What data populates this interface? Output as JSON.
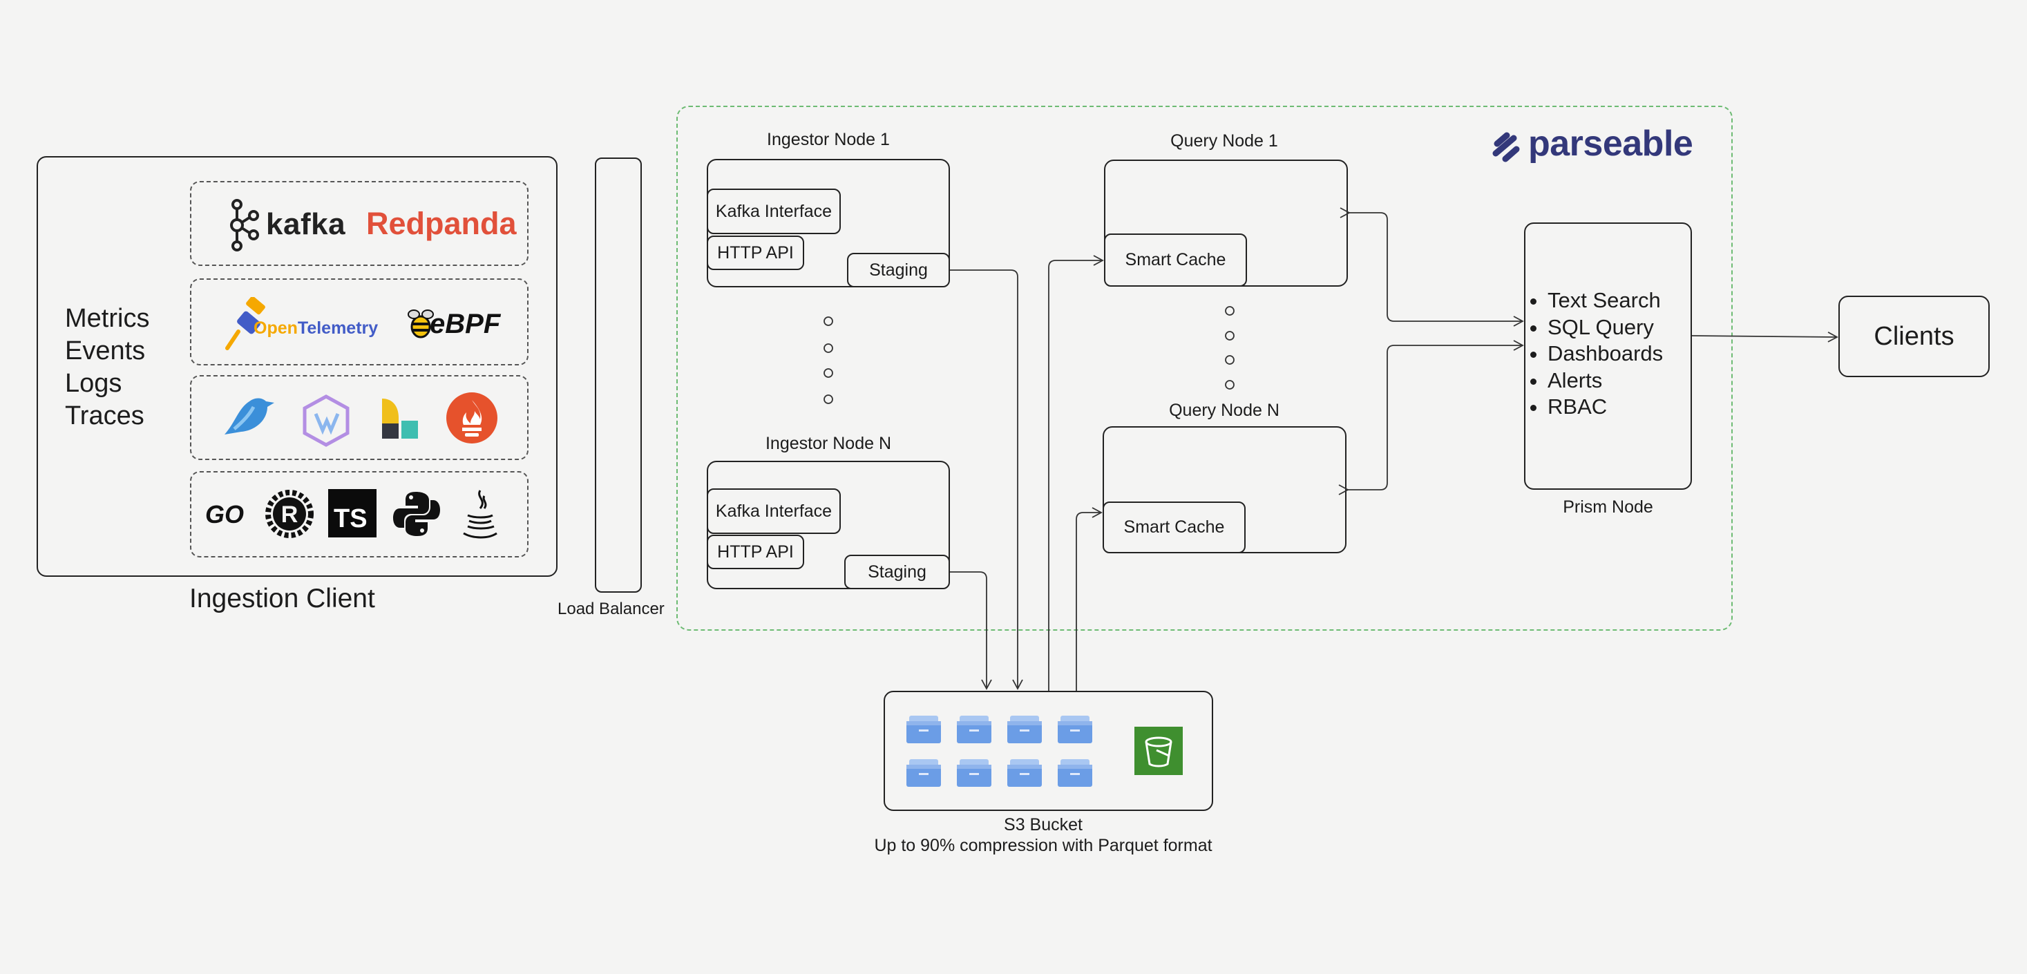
{
  "ingestion_client": {
    "signals": [
      "Metrics",
      "Events",
      "Logs",
      "Traces"
    ],
    "label": "Ingestion Client",
    "row1": {
      "kafka": "kafka",
      "redpanda": "Redpanda"
    },
    "row2": {
      "otel_open": "Open",
      "otel_telemetry": "Telemetry",
      "ebpf": "eBPF"
    },
    "row4": {
      "go": "GO",
      "ts": "TS"
    }
  },
  "load_balancer": {
    "label": "Load Balancer"
  },
  "cluster": {
    "brand": "parseable",
    "ingestor_1": {
      "title": "Ingestor Node 1",
      "kafka": "Kafka Interface",
      "http": "HTTP API",
      "staging": "Staging"
    },
    "ingestor_n": {
      "title": "Ingestor Node N",
      "kafka": "Kafka Interface",
      "http": "HTTP API",
      "staging": "Staging"
    },
    "query_1": {
      "title": "Query Node 1",
      "cache": "Smart Cache"
    },
    "query_n": {
      "title": "Query Node N",
      "cache": "Smart Cache"
    },
    "prism": {
      "label": "Prism Node",
      "features": [
        "Text Search",
        "SQL Query",
        "Dashboards",
        "Alerts",
        "RBAC"
      ]
    }
  },
  "clients": {
    "label": "Clients"
  },
  "s3": {
    "label": "S3 Bucket",
    "caption": "Up to 90% compression with Parquet format"
  },
  "colors": {
    "cluster_border": "#6dbb73",
    "brand": "#33387a",
    "redpanda": "#e1503a",
    "s3_green": "#3f8f2f",
    "folder_blue": "#6b9de6"
  }
}
